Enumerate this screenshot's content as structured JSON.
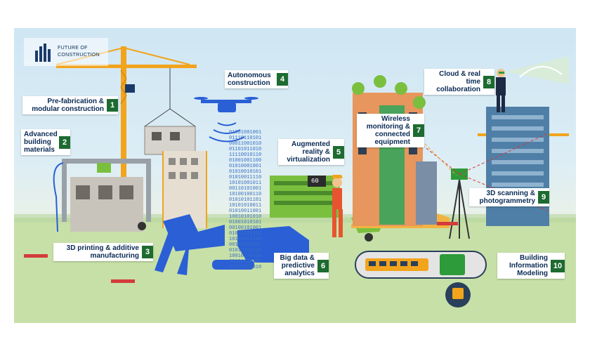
{
  "logo": {
    "line1": "FUTURE OF",
    "line2": "CONSTRUCTION"
  },
  "labels": [
    {
      "id": "prefab",
      "text": "Pre-fabrication & modular construction",
      "num": "1"
    },
    {
      "id": "materials",
      "text": "Advanced building materials",
      "num": "2"
    },
    {
      "id": "printing",
      "text": "3D printing & additive manufacturing",
      "num": "3"
    },
    {
      "id": "autonomous",
      "text": "Autonomous construction",
      "num": "4"
    },
    {
      "id": "ar",
      "text": "Augmented reality & virtualization",
      "num": "5"
    },
    {
      "id": "bigdata",
      "text": "Big data & predictive analytics",
      "num": "6"
    },
    {
      "id": "wireless",
      "text": "Wireless monitoring & connected equipment",
      "num": "7"
    },
    {
      "id": "cloud",
      "text": "Cloud & real time collaboration",
      "num": "8"
    },
    {
      "id": "scanning",
      "text": "3D scanning & photogrammetry",
      "num": "9"
    },
    {
      "id": "bim",
      "text": "Building Information Modeling",
      "num": "10"
    }
  ],
  "binary_column": [
    "01001001001",
    "01110110101",
    "00011001010",
    "01101011010",
    "11110010110",
    "01001001100",
    "01010001001",
    "01010010101",
    "01010011110",
    "10101001011",
    "00110101001",
    "10100100110",
    "01010101101",
    "10101010011",
    "01010011001",
    "10010101010",
    "01001010101",
    "00100101001",
    "01011010101",
    "10100101100",
    "00101001001",
    "01010101110",
    "10010101010",
    "00101010111",
    "01010101010"
  ],
  "display_reading": "60",
  "colors": {
    "accent_green": "#1d6b30",
    "label_text": "#0a2a55",
    "crane_orange": "#f2a41c",
    "machine_blue": "#2a5fd6"
  }
}
